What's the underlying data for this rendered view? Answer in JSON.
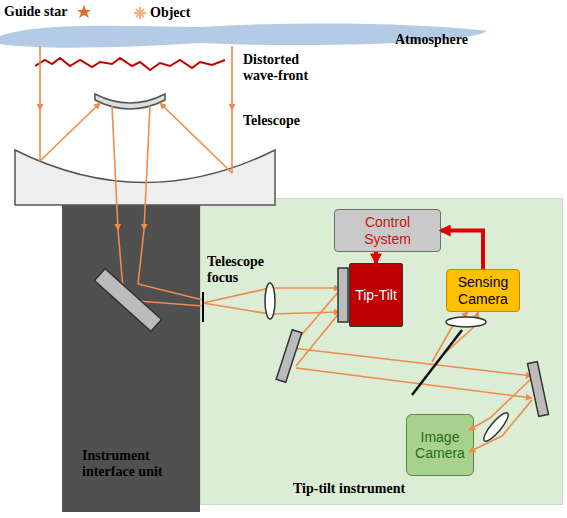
{
  "diagram": {
    "nodes": [
      {
        "text": [
          "Instrument interface unit"
        ]
      },
      {
        "text": [
          "Tip-tilt instrument"
        ]
      },
      {
        "text": [
          "Control System"
        ],
        "in": 1
      },
      {
        "text": [
          "Tip-Tilt"
        ],
        "in": 1
      },
      {
        "text": [
          "Sensing Camera"
        ],
        "in": 1
      },
      {
        "text": [
          "Image Camera"
        ],
        "in": 1
      }
    ],
    "edges": [
      {
        "from": 4,
        "to": 2,
        "arrow": "to"
      },
      {
        "from": 2,
        "to": 3,
        "arrow": "to"
      }
    ],
    "labels": [
      "Guide star",
      "Object",
      "Atmosphere",
      "Distorted wave-front",
      "Telescope",
      "Telescope focus"
    ]
  }
}
